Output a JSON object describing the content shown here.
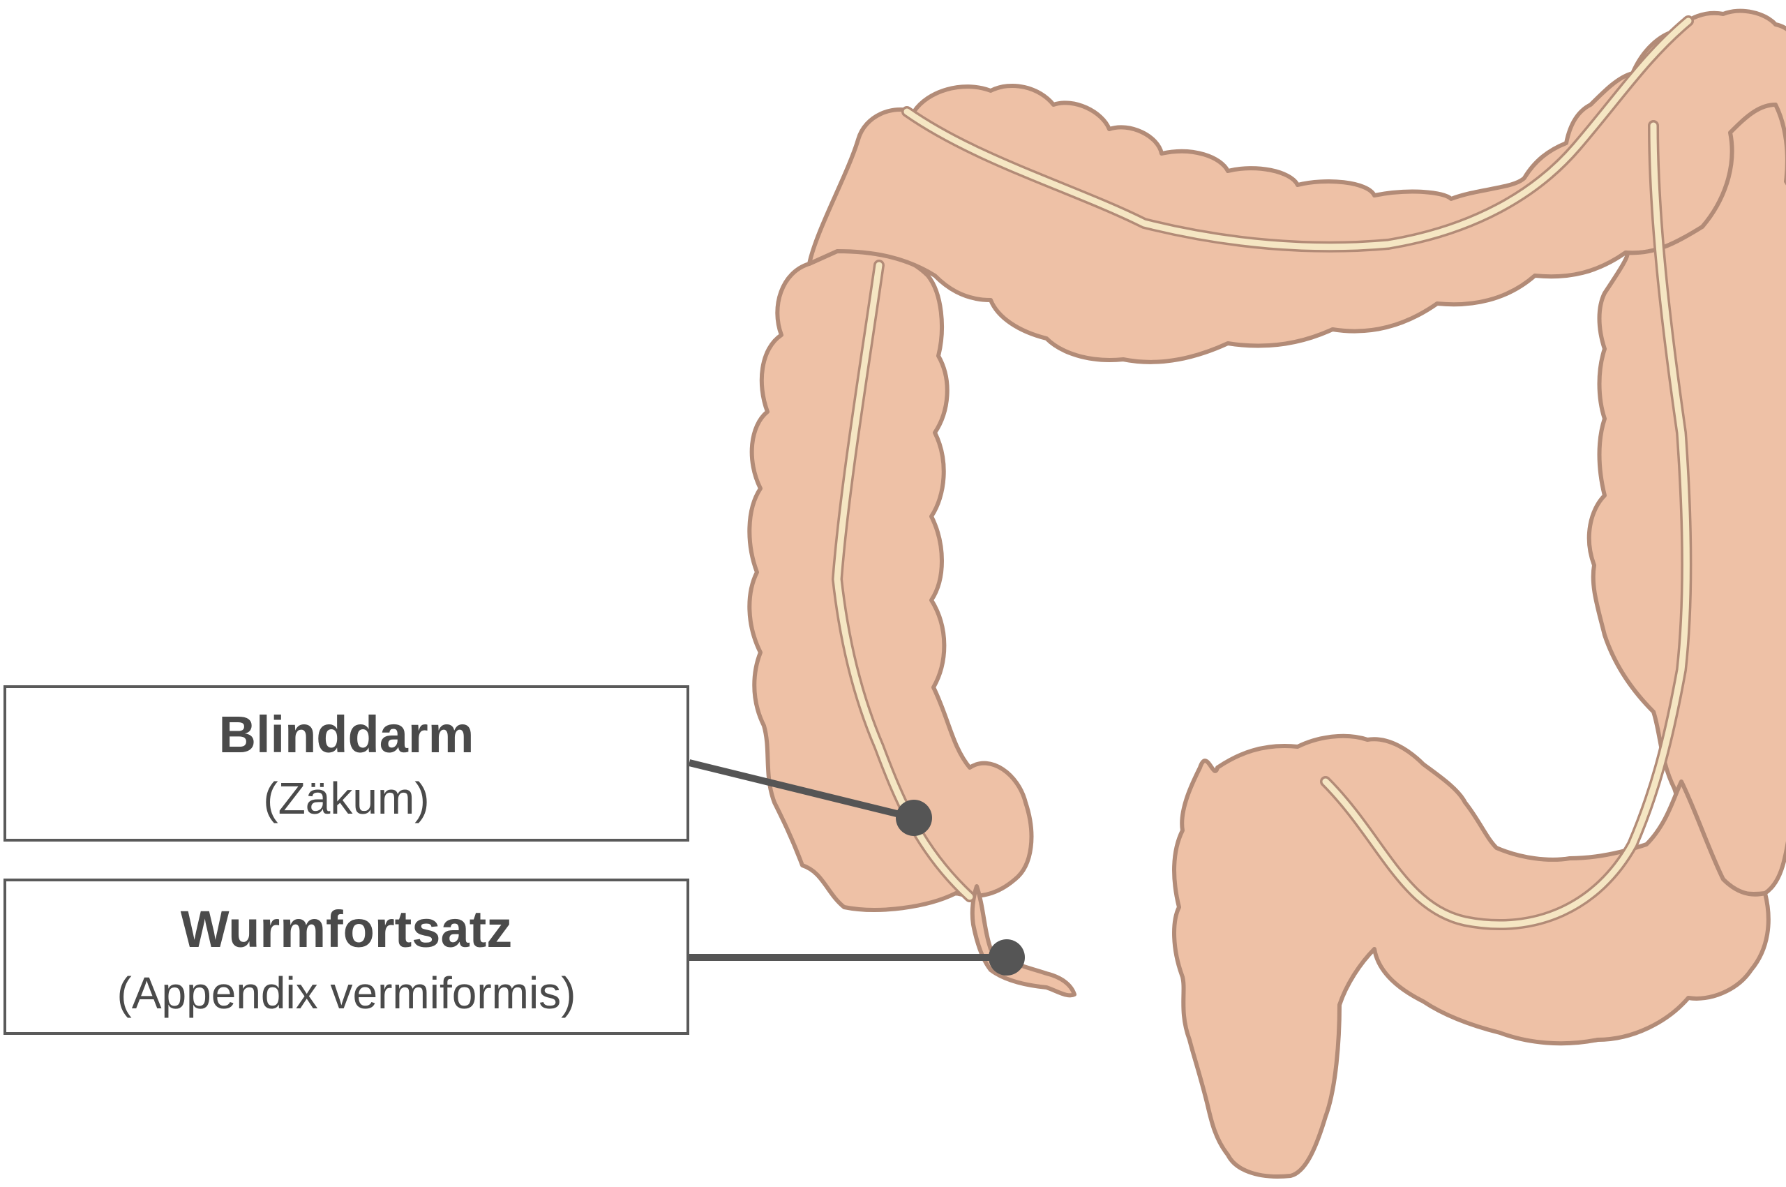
{
  "labels": {
    "blinddarm": {
      "main": "Blinddarm",
      "sub": "(Zäkum)"
    },
    "wurmfortsatz": {
      "main": "Wurmfortsatz",
      "sub": "(Appendix vermiformis)"
    }
  },
  "colors": {
    "colon_fill": "#EEC1A6",
    "colon_outline": "#B28B77",
    "mesentery_fill": "#F5E6C3",
    "leader_line": "#555555",
    "label_text": "#4A4A4A"
  }
}
